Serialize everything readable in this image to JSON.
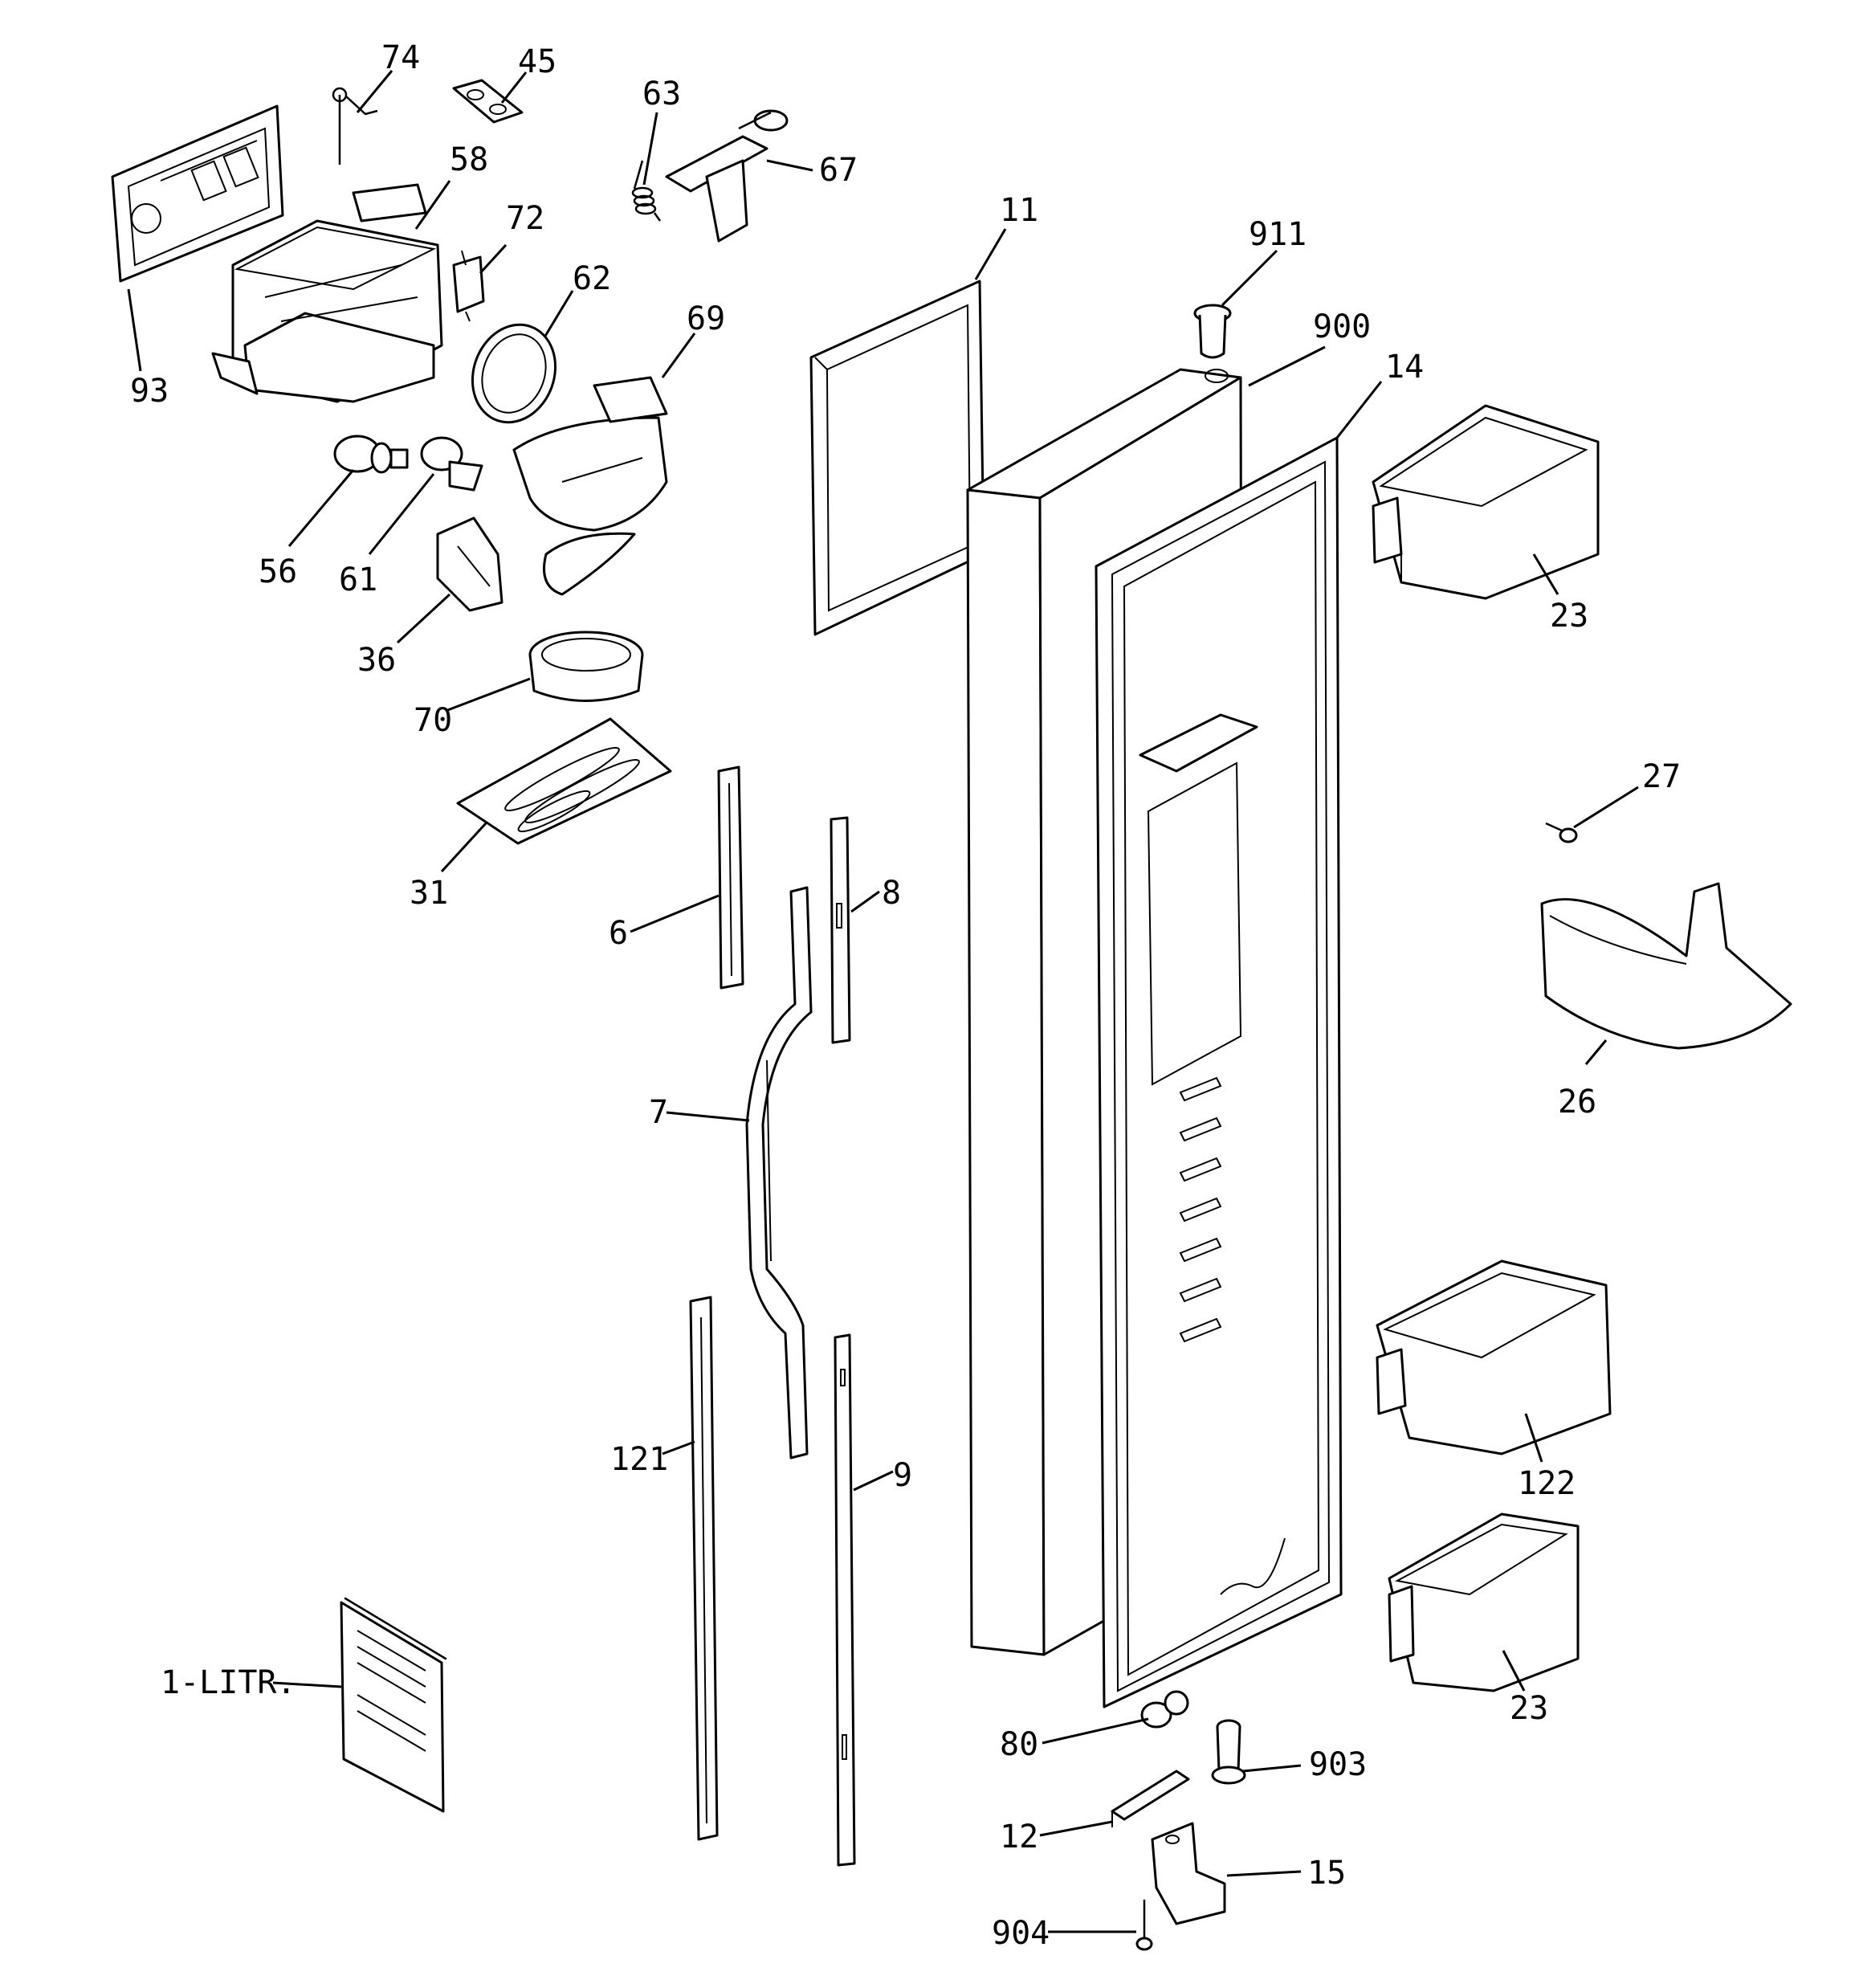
{
  "callouts": {
    "p74": "74",
    "p45": "45",
    "p63": "63",
    "p67": "67",
    "p58": "58",
    "p72": "72",
    "p62": "62",
    "p93": "93",
    "p69": "69",
    "p56": "56",
    "p61": "61",
    "p36": "36",
    "p70": "70",
    "p31": "31",
    "p11": "11",
    "p911": "911",
    "p900": "900",
    "p14": "14",
    "p23a": "23",
    "p27": "27",
    "p26": "26",
    "p6": "6",
    "p8": "8",
    "p7": "7",
    "p121": "121",
    "p9": "9",
    "p122": "122",
    "p23b": "23",
    "p1litr": "1-LITR.",
    "p80": "80",
    "p903": "903",
    "p12": "12",
    "p15": "15",
    "p904": "904"
  }
}
